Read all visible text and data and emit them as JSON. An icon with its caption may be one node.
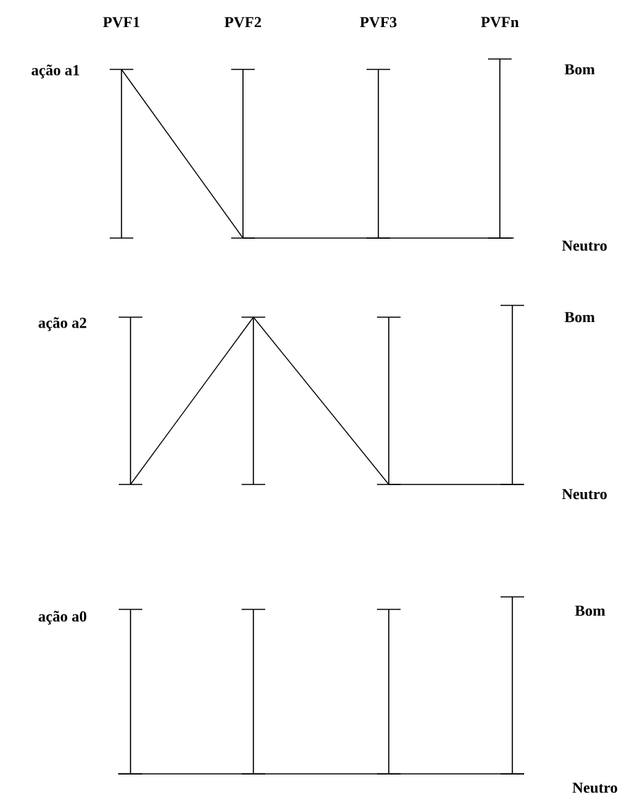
{
  "diagram": {
    "labels": [
      "PVF1",
      "PVF2",
      "PVF3",
      "PVFn",
      "ação a1",
      "Bom",
      "Neutro",
      "ação a2",
      "Bom",
      "Neutro",
      "ação a0",
      "Bom",
      "Neutro"
    ]
  }
}
